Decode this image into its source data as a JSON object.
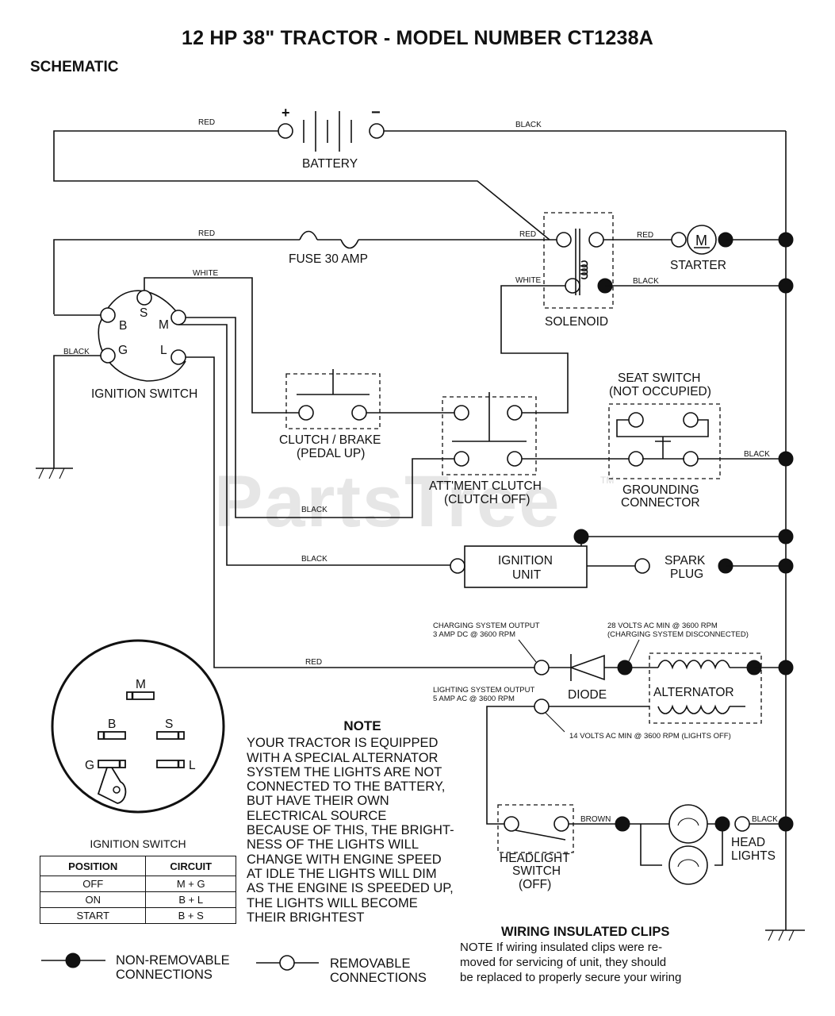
{
  "header": {
    "title": "12 HP 38\" TRACTOR - MODEL NUMBER CT1238A",
    "section": "SCHEMATIC"
  },
  "watermark": {
    "text": "PartsTree",
    "tm": "TM"
  },
  "components": {
    "battery": "BATTERY",
    "fuse": "FUSE 30 AMP",
    "starter": "STARTER",
    "starter_symbol": "M",
    "solenoid": "SOLENOID",
    "ignition_switch": "IGNITION SWITCH",
    "clutch_brake": [
      "CLUTCH / BRAKE",
      "(PEDAL UP)"
    ],
    "attachment_clutch": [
      "ATT'MENT CLUTCH",
      "(CLUTCH OFF)"
    ],
    "seat_switch": [
      "SEAT SWITCH",
      "(NOT OCCUPIED)"
    ],
    "grounding_connector": [
      "GROUNDING",
      "CONNECTOR"
    ],
    "ignition_unit": [
      "IGNITION",
      "UNIT"
    ],
    "spark_plug": [
      "SPARK",
      "PLUG"
    ],
    "diode": "DIODE",
    "alternator": "ALTERNATOR",
    "headlight_switch": [
      "HEADLIGHT",
      "SWITCH",
      "(OFF)"
    ],
    "head_lights": [
      "HEAD",
      "LIGHTS"
    ]
  },
  "terminals": {
    "b": "B",
    "s": "S",
    "m": "M",
    "g": "G",
    "l": "L"
  },
  "battery_polarity": {
    "plus": "+",
    "minus": "−"
  },
  "wires": {
    "red": "RED",
    "black": "BLACK",
    "white": "WHITE",
    "brown": "BROWN"
  },
  "specs": {
    "charging_output": [
      "CHARGING SYSTEM OUTPUT",
      "3 AMP DC @ 3600 RPM"
    ],
    "ac_28v": [
      "28 VOLTS AC MIN @ 3600 RPM",
      "(CHARGING SYSTEM DISCONNECTED)"
    ],
    "lighting_output": [
      "LIGHTING SYSTEM OUTPUT",
      "5 AMP AC @ 3600 RPM"
    ],
    "ac_14v": "14 VOLTS AC MIN @ 3600 RPM (LIGHTS OFF)"
  },
  "note": {
    "title": "NOTE",
    "body": "YOUR TRACTOR IS EQUIPPED\nWITH A SPECIAL ALTERNATOR\nSYSTEM THE LIGHTS ARE NOT\nCONNECTED TO THE BATTERY,\nBUT HAVE THEIR OWN\nELECTRICAL SOURCE\nBECAUSE OF THIS, THE BRIGHT-\nNESS OF THE LIGHTS WILL\nCHANGE WITH ENGINE SPEED\nAT IDLE THE LIGHTS WILL DIM\nAS THE ENGINE IS SPEEDED UP,\nTHE LIGHTS WILL BECOME\nTHEIR BRIGHTEST"
  },
  "ignition_detail": {
    "caption": "IGNITION SWITCH",
    "headers": [
      "POSITION",
      "CIRCUIT"
    ],
    "rows": [
      [
        "OFF",
        "M + G"
      ],
      [
        "ON",
        "B + L"
      ],
      [
        "START",
        "B + S"
      ]
    ]
  },
  "clips": {
    "title": "WIRING INSULATED CLIPS",
    "body": "NOTE If wiring insulated clips were re-\nmoved for servicing of unit, they should\nbe replaced to properly secure your wiring"
  },
  "legend": {
    "non_removable": "NON-REMOVABLE\nCONNECTIONS",
    "removable": "REMOVABLE\nCONNECTIONS"
  }
}
